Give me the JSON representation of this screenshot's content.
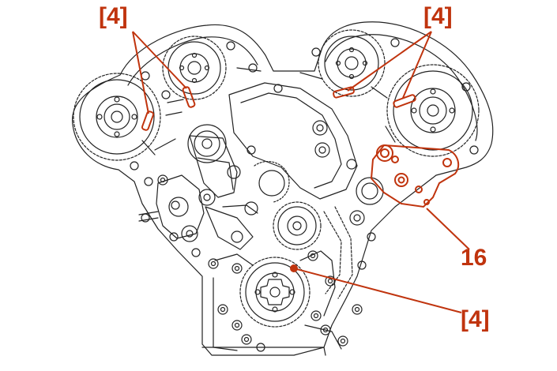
{
  "labels": {
    "top_left": "[4]",
    "top_right": "[4]",
    "part_number": "16",
    "bottom_right": "[4]"
  },
  "colors": {
    "line_art": "#222222",
    "highlight": "#c0340e",
    "background": "#ffffff"
  }
}
